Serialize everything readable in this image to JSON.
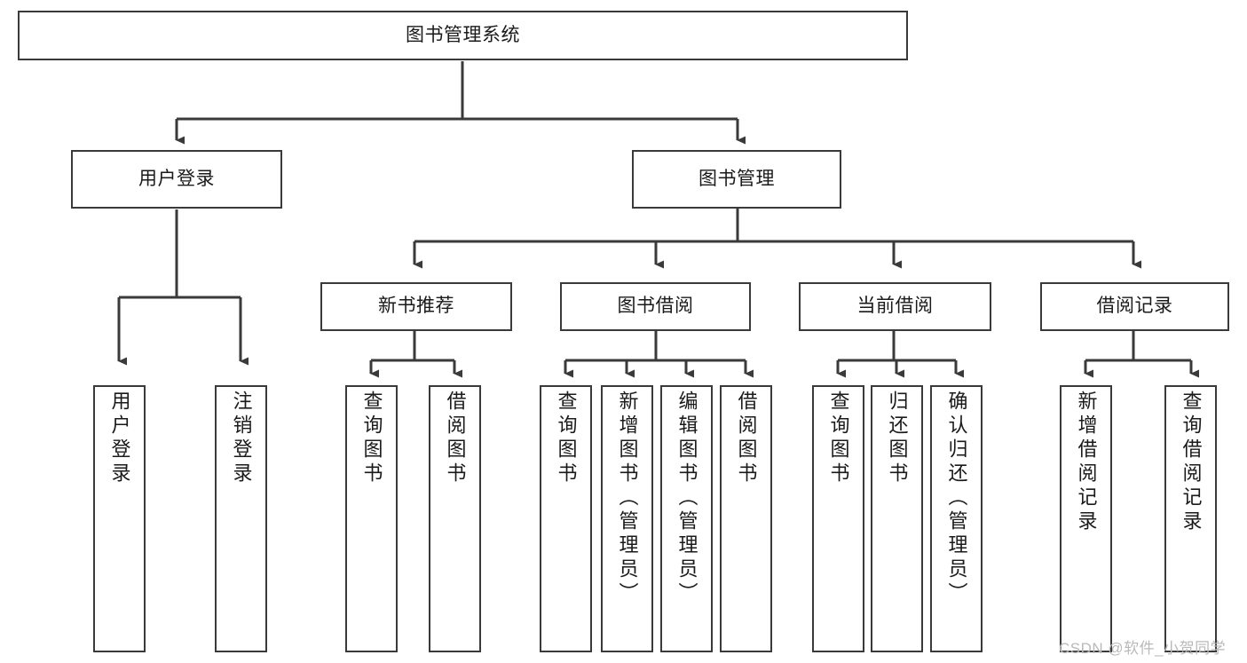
{
  "diagram": {
    "type": "tree-hierarchy-chart",
    "title": "图书管理系统",
    "line_color": "#3a3a3a",
    "box_fill": "#ffffff",
    "text_color": "#1a1a1a",
    "levels": 4,
    "root": {
      "id": "root",
      "label": "图书管理系统",
      "orientation": "horizontal"
    },
    "level1": [
      {
        "id": "user-login",
        "label": "用户登录",
        "orientation": "horizontal"
      },
      {
        "id": "book-management",
        "label": "图书管理",
        "orientation": "horizontal"
      }
    ],
    "level2": [
      {
        "id": "new-book-recommend",
        "label": "新书推荐",
        "orientation": "horizontal",
        "parent": "book-management"
      },
      {
        "id": "book-borrow",
        "label": "图书借阅",
        "orientation": "horizontal",
        "parent": "book-management"
      },
      {
        "id": "current-borrow",
        "label": "当前借阅",
        "orientation": "horizontal",
        "parent": "book-management"
      },
      {
        "id": "borrow-record",
        "label": "借阅记录",
        "orientation": "horizontal",
        "parent": "book-management"
      }
    ],
    "leaves": [
      {
        "id": "leaf-user-login",
        "label": "用户登录",
        "orientation": "vertical",
        "parent": "user-login"
      },
      {
        "id": "leaf-logout-login",
        "label": "注销登录",
        "orientation": "vertical",
        "parent": "user-login"
      },
      {
        "id": "leaf-query-book-1",
        "label": "查询图书",
        "orientation": "vertical",
        "parent": "new-book-recommend"
      },
      {
        "id": "leaf-borrow-book-1",
        "label": "借阅图书",
        "orientation": "vertical",
        "parent": "new-book-recommend"
      },
      {
        "id": "leaf-query-book-2",
        "label": "查询图书",
        "orientation": "vertical",
        "parent": "book-borrow"
      },
      {
        "id": "leaf-add-book",
        "label": "新增图书（管理员）",
        "orientation": "vertical",
        "parent": "book-borrow"
      },
      {
        "id": "leaf-edit-book",
        "label": "编辑图书（管理员）",
        "orientation": "vertical",
        "parent": "book-borrow"
      },
      {
        "id": "leaf-borrow-book-2",
        "label": "借阅图书",
        "orientation": "vertical",
        "parent": "book-borrow"
      },
      {
        "id": "leaf-query-book-3",
        "label": "查询图书",
        "orientation": "vertical",
        "parent": "current-borrow"
      },
      {
        "id": "leaf-return-book",
        "label": "归还图书",
        "orientation": "vertical",
        "parent": "current-borrow"
      },
      {
        "id": "leaf-confirm-return",
        "label": "确认归还（管理员）",
        "orientation": "vertical",
        "parent": "current-borrow"
      },
      {
        "id": "leaf-add-record",
        "label": "新增借阅记录",
        "orientation": "vertical",
        "parent": "borrow-record"
      },
      {
        "id": "leaf-query-record",
        "label": "查询借阅记录",
        "orientation": "vertical",
        "parent": "borrow-record"
      }
    ]
  },
  "watermark": {
    "text": "CSDN @软件_小贺同学",
    "color": "#b9b9b9"
  }
}
